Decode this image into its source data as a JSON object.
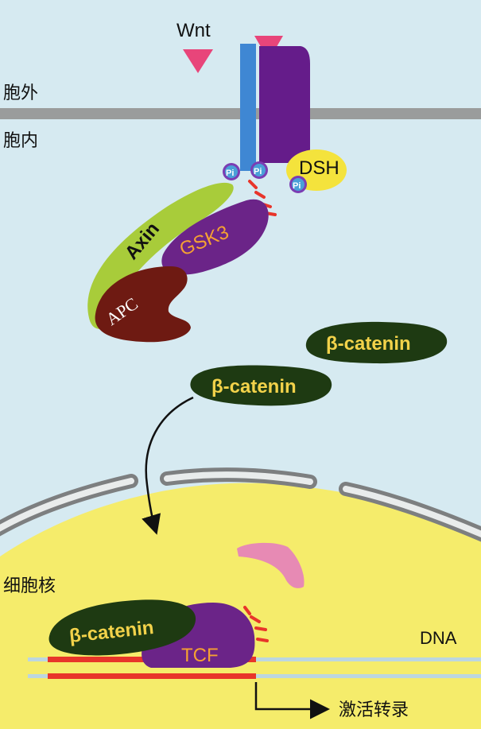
{
  "labels": {
    "wnt": "Wnt",
    "extracellular": "胞外",
    "intracellular": "胞内",
    "dsh": "DSH",
    "pi": "Pi",
    "axin": "Axin",
    "gsk3": "GSK3",
    "apc": "APC",
    "beta_catenin": "β-catenin",
    "nucleus": "细胞核",
    "tcf": "TCF",
    "dna": "DNA",
    "activate_transcription": "激活转录"
  },
  "colors": {
    "background": "#d6eaf1",
    "membrane": "#9a9c9c",
    "nucleus": "#f5ec6b",
    "wnt_ligand": "#e8457a",
    "receptor_blue": "#3f87d3",
    "frizzled_purple": "#651c8a",
    "dsh": "#f4e33c",
    "axin": "#a8cc3a",
    "gsk3": "#6b2488",
    "apc": "#6e1a12",
    "beta_catenin": "#1e3a12",
    "dna_red": "#e8352a",
    "arrow": "#111111"
  }
}
